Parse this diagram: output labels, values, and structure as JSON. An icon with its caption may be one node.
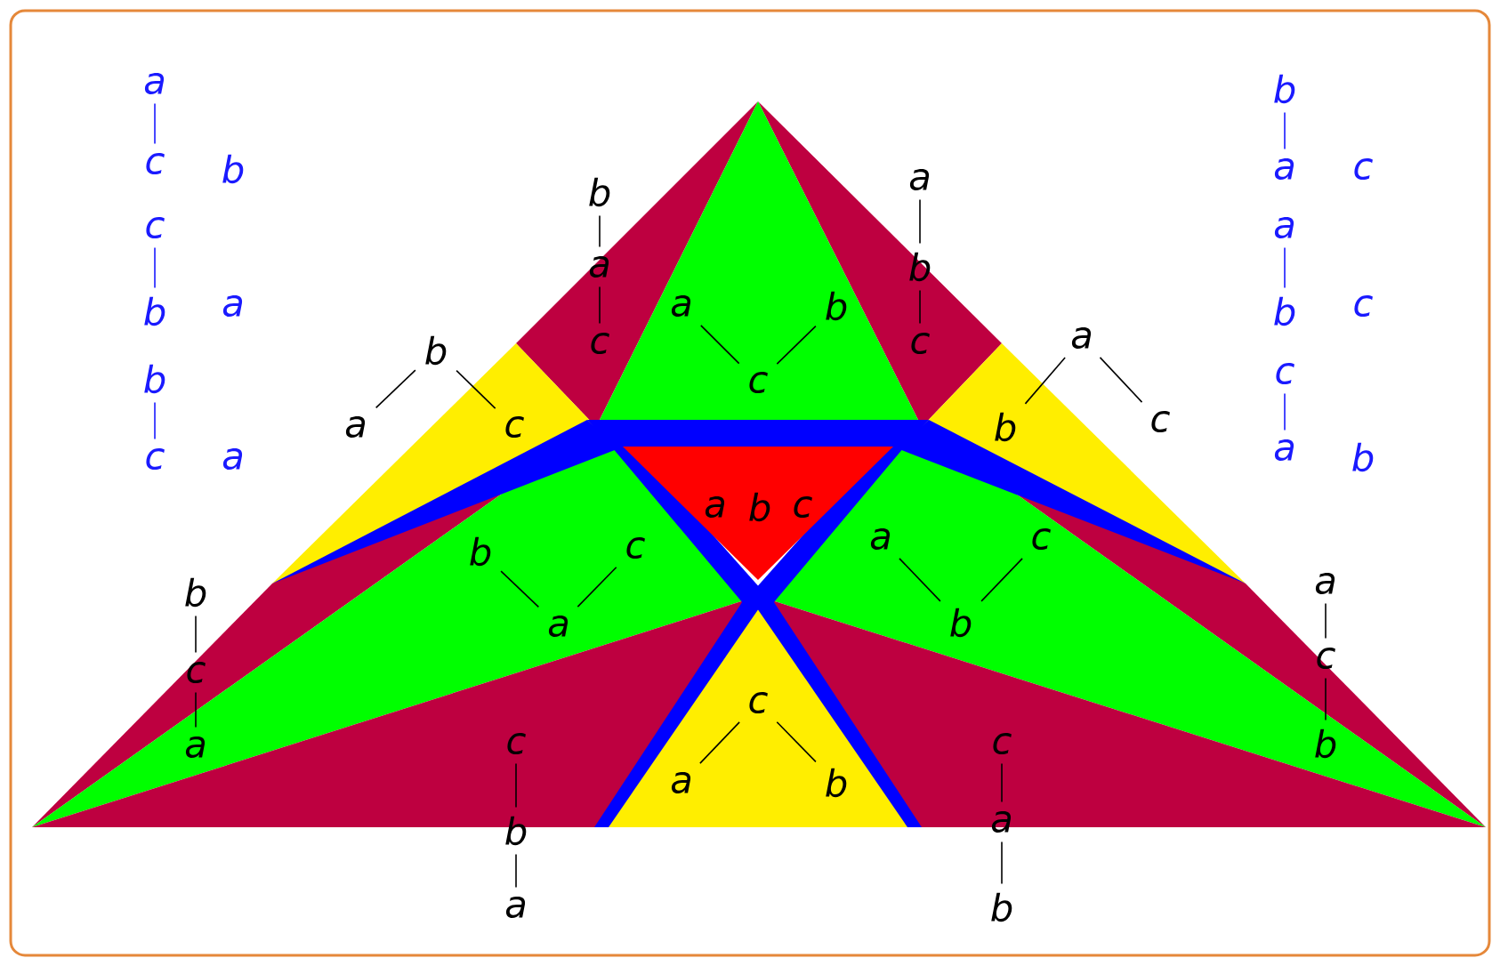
{
  "diagram": {
    "nodes": [
      {
        "text": [
          "a"
        ]
      },
      {
        "text": [
          "c"
        ]
      },
      {
        "text": [
          "c"
        ]
      },
      {
        "text": [
          "b"
        ]
      },
      {
        "text": [
          "b"
        ]
      },
      {
        "text": [
          "c"
        ]
      },
      {
        "text": [
          "b"
        ]
      },
      {
        "text": [
          "a"
        ]
      },
      {
        "text": [
          "a"
        ]
      },
      {
        "text": [
          "b"
        ]
      },
      {
        "text": [
          "c"
        ]
      },
      {
        "text": [
          "a"
        ]
      },
      {
        "text": [
          "b"
        ]
      },
      {
        "text": [
          "a"
        ]
      },
      {
        "text": [
          "c"
        ]
      },
      {
        "text": [
          "a"
        ]
      },
      {
        "text": [
          "b"
        ]
      },
      {
        "text": [
          "c"
        ]
      },
      {
        "text": [
          "a"
        ]
      },
      {
        "text": [
          "b"
        ]
      },
      {
        "text": [
          "c"
        ]
      },
      {
        "text": [
          "b"
        ]
      },
      {
        "text": [
          "a"
        ]
      },
      {
        "text": [
          "c"
        ]
      },
      {
        "text": [
          "a"
        ]
      },
      {
        "text": [
          "b"
        ]
      },
      {
        "text": [
          "c"
        ]
      },
      {
        "text": [
          "b"
        ]
      },
      {
        "text": [
          "c"
        ]
      },
      {
        "text": [
          "a"
        ]
      },
      {
        "text": [
          "a"
        ]
      },
      {
        "text": [
          "c"
        ]
      },
      {
        "text": [
          "b"
        ]
      },
      {
        "text": [
          "b"
        ]
      },
      {
        "text": [
          "c"
        ]
      },
      {
        "text": [
          "a"
        ]
      },
      {
        "text": [
          "a"
        ]
      },
      {
        "text": [
          "c"
        ]
      },
      {
        "text": [
          "b"
        ]
      },
      {
        "text": [
          "c"
        ]
      },
      {
        "text": [
          "a"
        ]
      },
      {
        "text": [
          "b"
        ]
      },
      {
        "text": [
          "c"
        ]
      },
      {
        "text": [
          "b"
        ]
      },
      {
        "text": [
          "a"
        ]
      },
      {
        "text": [
          "c"
        ]
      },
      {
        "text": [
          "a"
        ]
      },
      {
        "text": [
          "b"
        ]
      }
    ],
    "edges": [
      {
        "from": 0,
        "to": 1,
        "arrow": "none",
        "color": "#1a1aff"
      },
      {
        "from": 2,
        "to": 3,
        "arrow": "none",
        "color": "#1a1aff"
      },
      {
        "from": 4,
        "to": 5,
        "arrow": "none",
        "color": "#1a1aff"
      },
      {
        "from": 6,
        "to": 7,
        "arrow": "none",
        "color": "#1a1aff"
      },
      {
        "from": 8,
        "to": 9,
        "arrow": "none",
        "color": "#1a1aff"
      },
      {
        "from": 10,
        "to": 11,
        "arrow": "none",
        "color": "#1a1aff"
      },
      {
        "from": 12,
        "to": 13,
        "arrow": "none"
      },
      {
        "from": 13,
        "to": 14,
        "arrow": "none"
      },
      {
        "from": 15,
        "to": 16,
        "arrow": "none"
      },
      {
        "from": 16,
        "to": 17,
        "arrow": "none"
      },
      {
        "from": 18,
        "to": 20,
        "arrow": "none"
      },
      {
        "from": 19,
        "to": 20,
        "arrow": "none"
      },
      {
        "from": 21,
        "to": 22,
        "arrow": "none"
      },
      {
        "from": 21,
        "to": 23,
        "arrow": "none"
      },
      {
        "from": 24,
        "to": 25,
        "arrow": "none"
      },
      {
        "from": 24,
        "to": 26,
        "arrow": "none"
      },
      {
        "from": 27,
        "to": 29,
        "arrow": "none"
      },
      {
        "from": 28,
        "to": 29,
        "arrow": "none"
      },
      {
        "from": 30,
        "to": 32,
        "arrow": "none"
      },
      {
        "from": 31,
        "to": 32,
        "arrow": "none"
      },
      {
        "from": 33,
        "to": 34,
        "arrow": "none"
      },
      {
        "from": 34,
        "to": 35,
        "arrow": "none"
      },
      {
        "from": 36,
        "to": 37,
        "arrow": "none"
      },
      {
        "from": 37,
        "to": 38,
        "arrow": "none"
      },
      {
        "from": 39,
        "to": 40,
        "arrow": "none"
      },
      {
        "from": 39,
        "to": 41,
        "arrow": "none"
      },
      {
        "from": 42,
        "to": 43,
        "arrow": "none"
      },
      {
        "from": 43,
        "to": 44,
        "arrow": "none"
      },
      {
        "from": 45,
        "to": 46,
        "arrow": "none"
      },
      {
        "from": 46,
        "to": 47,
        "arrow": "none"
      }
    ],
    "labels": [
      "b",
      "a",
      "a",
      "c",
      "c",
      "b",
      "a",
      "b",
      "c"
    ]
  }
}
